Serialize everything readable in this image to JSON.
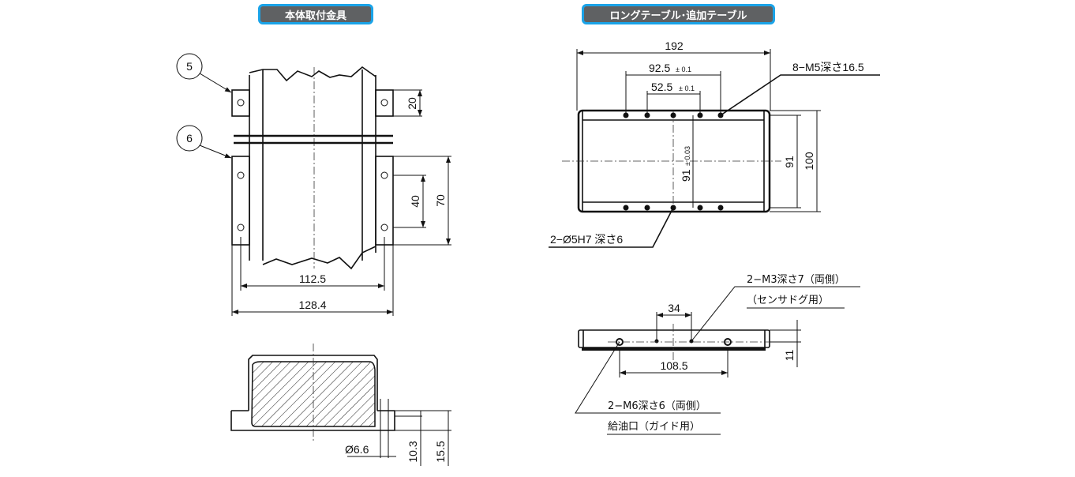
{
  "headers": {
    "left": "本体取付金具",
    "right": "ロングテーブル･追加テーブル"
  },
  "left_view": {
    "balloons": [
      "5",
      "6"
    ],
    "dims": {
      "d20": "20",
      "d40": "40",
      "d70": "70",
      "d112_5": "112.5",
      "d128_4": "128.4"
    }
  },
  "left_section": {
    "dims": {
      "dia": "Ø6.6",
      "d10_3": "10.3",
      "d15_5": "15.5"
    }
  },
  "right_top": {
    "dims": {
      "d192": "192",
      "d92_5": "92.5",
      "tol92": "± 0.1",
      "d52_5": "52.5",
      "tol52": "± 0.1",
      "d91tol": "91",
      "tol91": "± 0.03",
      "d91": "91",
      "d100": "100"
    },
    "notes": {
      "m5": "8−M5深さ16.5",
      "pin": "2−Ø5H7 深さ6"
    }
  },
  "right_side": {
    "dims": {
      "d34": "34",
      "d108_5": "108.5",
      "d11": "11"
    },
    "notes": {
      "m3_1": "2−M3深さ7（両側）",
      "m3_2": "（センサドグ用）",
      "m6_1": "2−M6深さ6（両側）",
      "m6_2": "給油口（ガイド用）"
    }
  },
  "colors": {
    "tag_bg": "#5f6163",
    "tag_border": "#1aa3e8"
  }
}
